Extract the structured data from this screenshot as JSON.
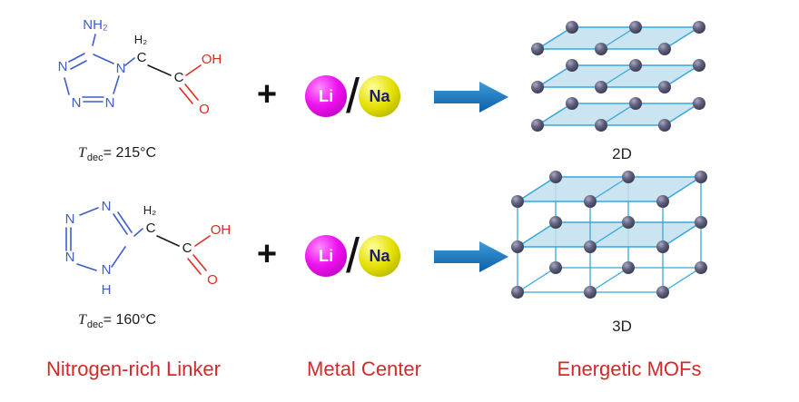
{
  "colors": {
    "nitrogen_blue": "#3f5dc9",
    "oxygen_red": "#e02b20",
    "bond_black": "#1a1a1a",
    "arrow_blue": "#1b75bc",
    "mof_edge": "#35a7dd",
    "mof_face": "#c2dfee",
    "node_dark": "#45455f",
    "label_red": "#d02a2a",
    "li_magenta": "#e80ee8",
    "na_yellow": "#dcd900"
  },
  "molecule_top": {
    "amine": "NH₂",
    "n1": "N",
    "n2": "N",
    "n3": "N",
    "n4": "N",
    "ch2_h": "H₂",
    "ch2_c": "C",
    "carboxyl_c": "C",
    "oh": "OH",
    "o": "O",
    "tdec_symbol": "T",
    "tdec_sub": "dec",
    "tdec_value": "= 215°C"
  },
  "molecule_bottom": {
    "n1": "N",
    "n2": "N",
    "n3": "N",
    "n4": "N",
    "nh": "H",
    "ch2_h": "H₂",
    "ch2_c": "C",
    "carboxyl_c": "C",
    "oh": "OH",
    "o": "O",
    "tdec_symbol": "T",
    "tdec_sub": "dec",
    "tdec_value": "= 160°C"
  },
  "reaction": {
    "plus": "+",
    "li": "Li",
    "na": "Na",
    "slash": "/"
  },
  "products": {
    "top_label": "2D",
    "bottom_label": "3D"
  },
  "captions": {
    "linker": "Nitrogen-rich Linker",
    "metal": "Metal Center",
    "mofs": "Energetic MOFs"
  }
}
